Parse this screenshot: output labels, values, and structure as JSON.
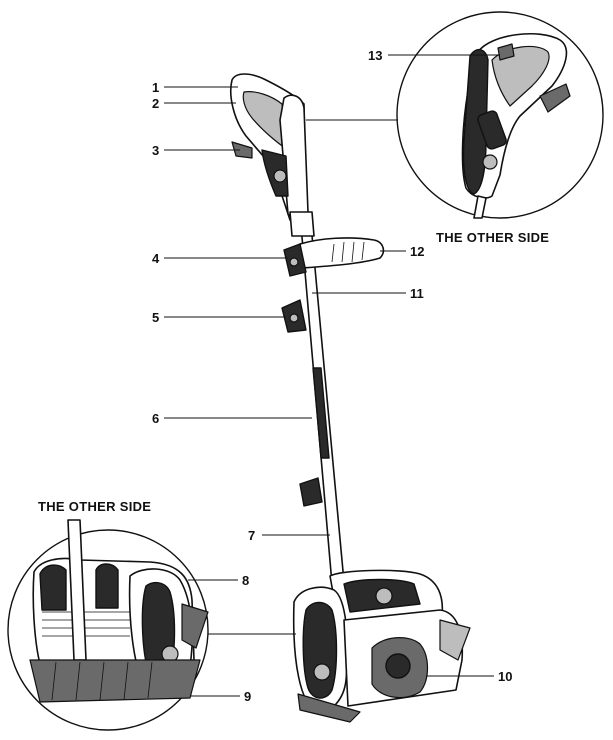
{
  "captions": {
    "other_side_top": "THE OTHER SIDE",
    "other_side_bottom": "THE OTHER SIDE"
  },
  "callouts": [
    "1",
    "2",
    "3",
    "4",
    "5",
    "6",
    "7",
    "8",
    "9",
    "10",
    "11",
    "12",
    "13"
  ],
  "colors": {
    "line": "#111111",
    "body_dark": "#2a2a2a",
    "body_mid": "#6a6a6a",
    "body_light": "#bdbdbd"
  }
}
